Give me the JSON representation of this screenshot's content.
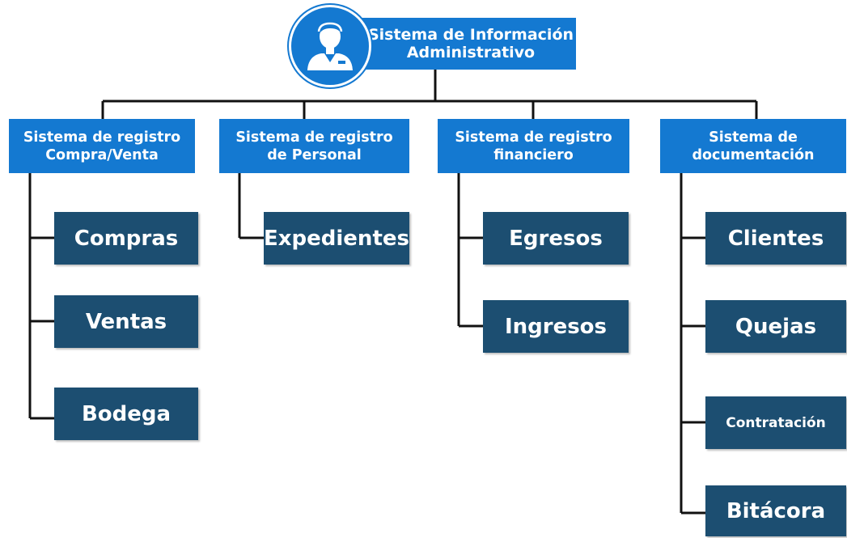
{
  "root": {
    "title": "Sistema de Información\nAdministrativo",
    "icon": "user-avatar-icon"
  },
  "colors": {
    "category_blue": "#1479d1",
    "leaf_navy": "#1c4e71",
    "connector": "#111111"
  },
  "categories": [
    {
      "label": "Sistema de registro\nCompra/Venta",
      "items": [
        "Compras",
        "Ventas",
        "Bodega"
      ]
    },
    {
      "label": "Sistema de registro\nde Personal",
      "items": [
        "Expedientes"
      ]
    },
    {
      "label": "Sistema de registro\nfinanciero",
      "items": [
        "Egresos",
        "Ingresos"
      ]
    },
    {
      "label": "Sistema de\ndocumentación",
      "items": [
        "Clientes",
        "Quejas",
        "Contratación",
        "Bitácora"
      ]
    }
  ]
}
